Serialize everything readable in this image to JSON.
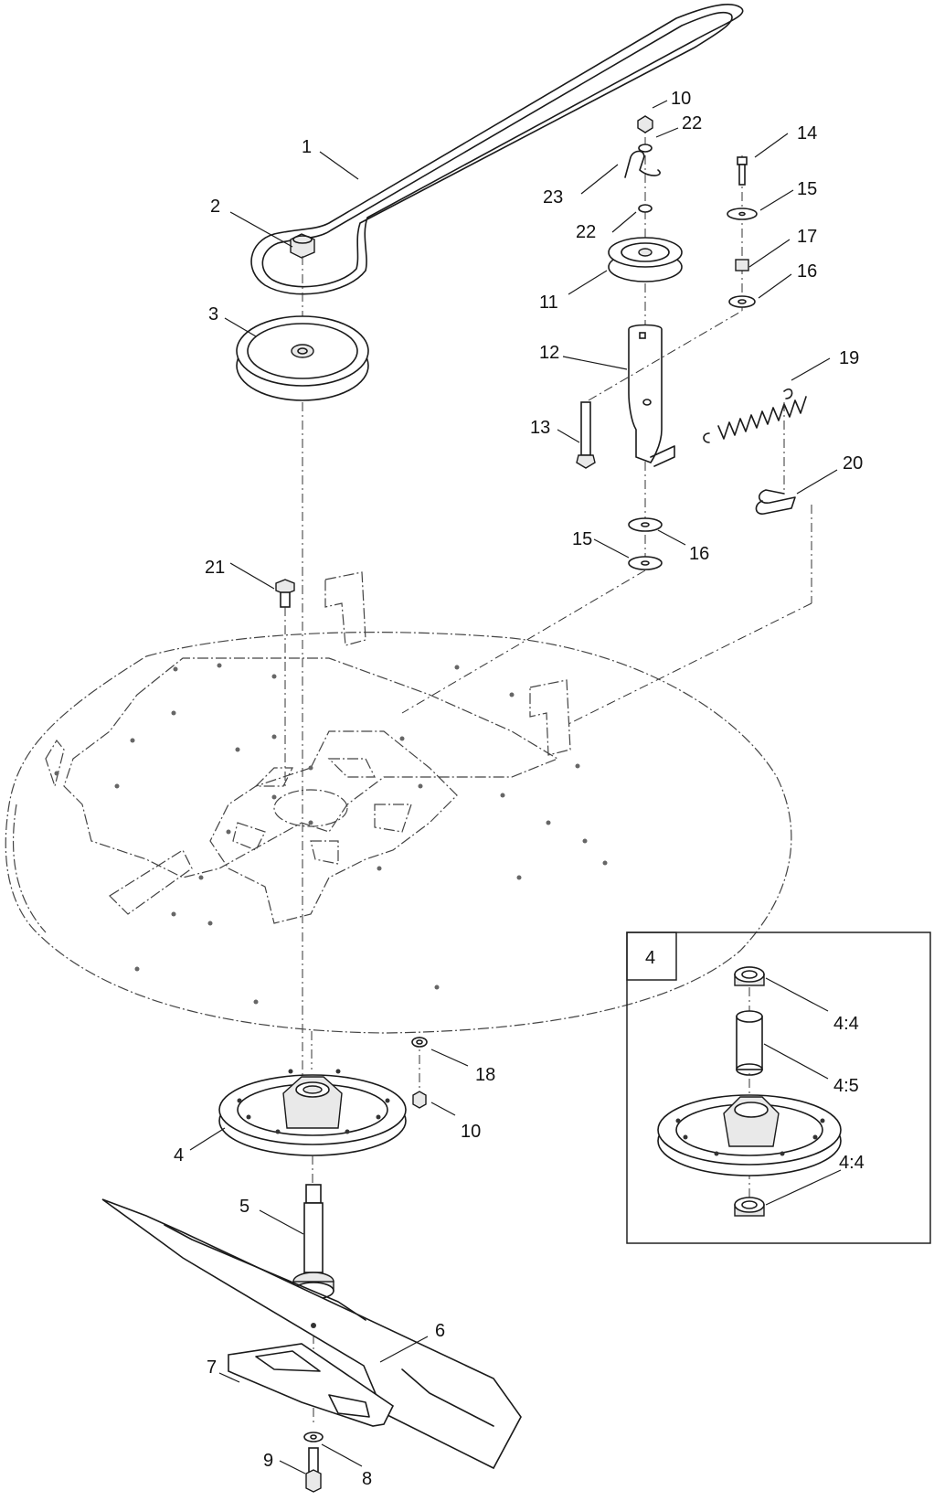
{
  "callouts": {
    "c1": "1",
    "c2": "2",
    "c3": "3",
    "c4": "4",
    "c5": "5",
    "c6": "6",
    "c7": "7",
    "c8": "8",
    "c9": "9",
    "c10a": "10",
    "c10b": "10",
    "c11": "11",
    "c12": "12",
    "c13": "13",
    "c14": "14",
    "c15a": "15",
    "c15b": "15",
    "c16a": "16",
    "c16b": "16",
    "c17": "17",
    "c18": "18",
    "c19": "19",
    "c20": "20",
    "c21": "21",
    "c22a": "22",
    "c22b": "22",
    "c23": "23"
  },
  "inset": {
    "title": "4",
    "c44a": "4:4",
    "c45": "4:5",
    "c44b": "4:4"
  }
}
